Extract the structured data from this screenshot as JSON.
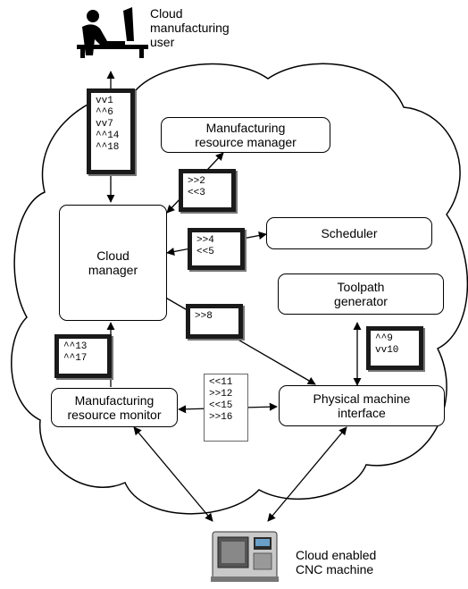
{
  "user": {
    "label": "Cloud\nmanufacturing\nuser",
    "icon": "computer-user-icon"
  },
  "machine": {
    "label": "Cloud enabled\nCNC machine",
    "icon": "cnc-machine-icon"
  },
  "boxes": {
    "resource_manager": "Manufacturing\nresource manager",
    "scheduler": "Scheduler",
    "cloud_manager": "Cloud\nmanager",
    "toolpath_generator": "Toolpath\ngenerator",
    "resource_monitor": "Manufacturing\nresource monitor",
    "physical_interface": "Physical machine\ninterface"
  },
  "messages": {
    "user_cloud": "vv1\n^^6\nvv7\n^^14\n^^18",
    "manager_rm": ">>2\n<<3",
    "manager_scheduler": ">>4\n<<5",
    "manager_interface": ">>8",
    "monitor_manager": "^^13\n^^17",
    "toolpath_interface": "^^9\nvv10",
    "monitor_interface": "<<11\n>>12\n<<15\n>>16"
  }
}
